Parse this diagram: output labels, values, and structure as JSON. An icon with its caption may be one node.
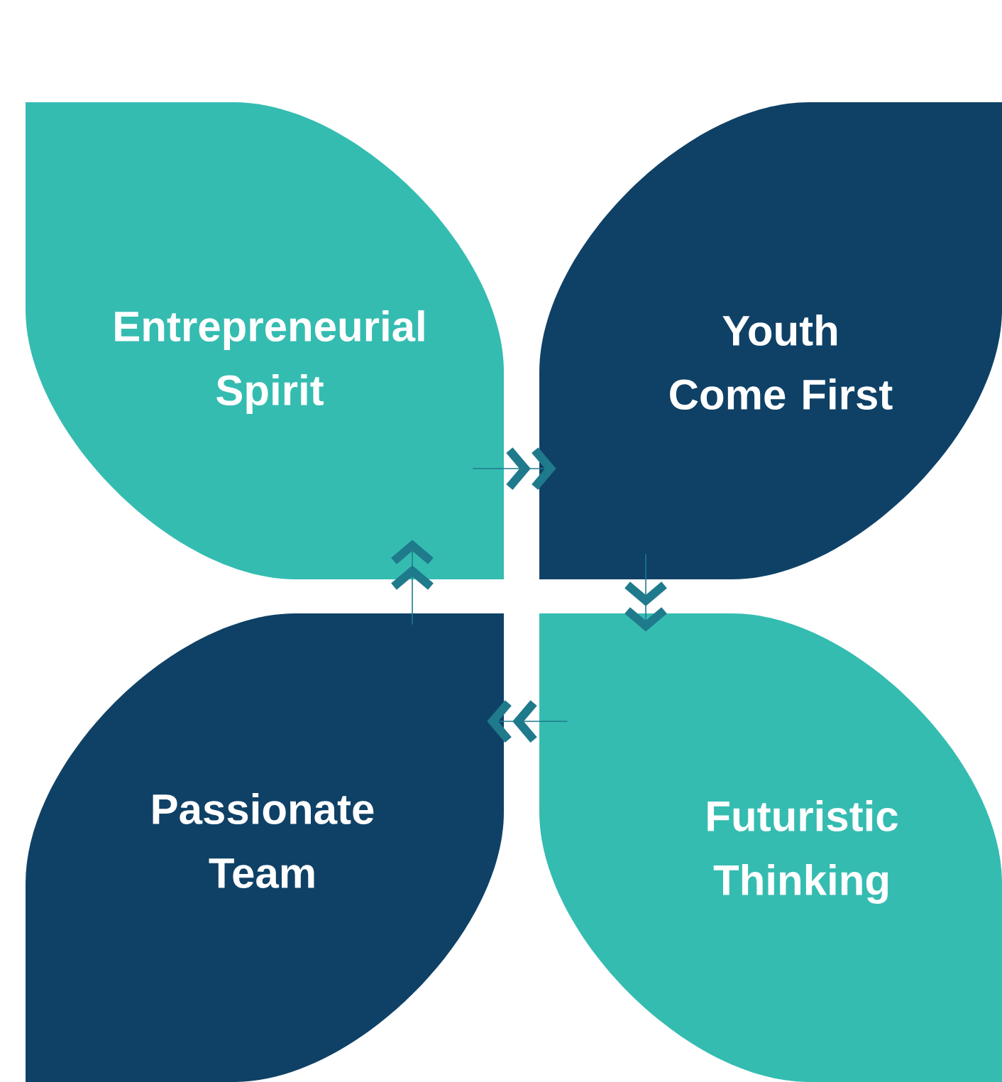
{
  "diagram": {
    "nodes": [
      {
        "text": [
          "Entrepreneurial Spirit"
        ]
      },
      {
        "text": [
          "Youth Come First"
        ]
      },
      {
        "text": [
          "Passionate Team"
        ]
      },
      {
        "text": [
          "Futuristic Thinking"
        ]
      }
    ],
    "edges": [
      {
        "from": 0,
        "to": 1,
        "arrow": "to"
      },
      {
        "from": 1,
        "to": 3,
        "arrow": "to"
      },
      {
        "from": 3,
        "to": 2,
        "arrow": "to"
      },
      {
        "from": 2,
        "to": 0,
        "arrow": "to"
      }
    ]
  }
}
